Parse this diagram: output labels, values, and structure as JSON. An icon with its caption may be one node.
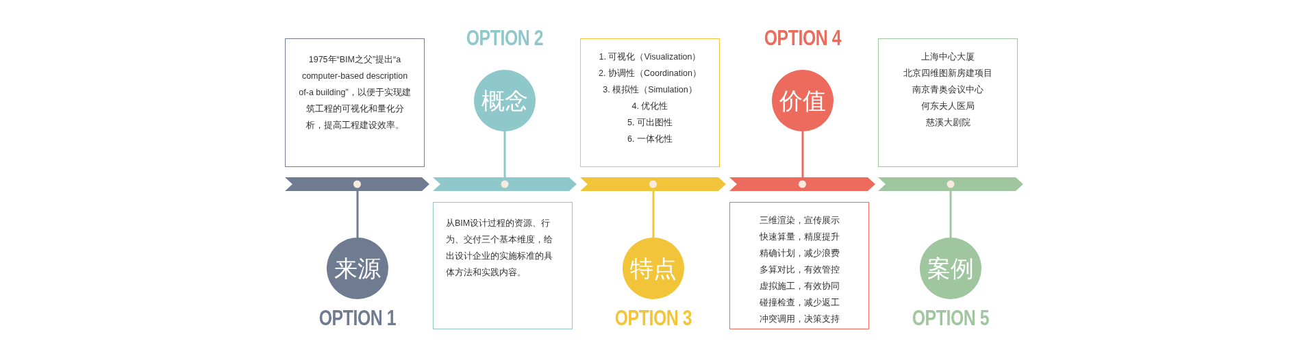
{
  "diagram": {
    "nodes": [
      {
        "text": [
          "1975年“BIM之父”提出“a computer-based description of-a building”，以便于实现建筑工程的可视化和量化分析，提高工程建设效率。"
        ]
      },
      {
        "text": [],
        "shape": "bar"
      },
      {
        "text": [
          "来源"
        ],
        "beside": [
          "OPTION 1"
        ]
      },
      {
        "text": [
          "从BIM设计过程的资源、行为、交付三个基本维度，给出设计企业的实施标准的具体方法和实践内容。"
        ]
      },
      {
        "text": [],
        "shape": "bar"
      },
      {
        "text": [
          "概念"
        ],
        "beside": [
          "OPTION 2"
        ]
      },
      {
        "text": [
          "1. 可视化（Visualization）",
          "2. 协调性（Coordination）",
          "3. 模拟性（Simulation）",
          "4. 优化性",
          "5. 可出图性",
          "6. 一体化性"
        ]
      },
      {
        "text": [],
        "shape": "bar"
      },
      {
        "text": [
          "特点"
        ],
        "beside": [
          "OPTION 3"
        ]
      },
      {
        "text": [
          "三维渲染，宣传展示",
          "快速算量，精度提升",
          "精确计划，减少浪费",
          "多算对比，有效管控",
          "虚拟施工，有效协同",
          "碰撞检查，减少返工",
          "冲突调用，决策支持"
        ]
      },
      {
        "text": [],
        "shape": "bar"
      },
      {
        "text": [
          "价值"
        ],
        "beside": [
          "OPTION 4"
        ]
      },
      {
        "text": [
          "上海中心大厦",
          "北京四维图新房建项目",
          "南京青奥会议中心",
          "何东夫人医局",
          "慈溪大剧院"
        ]
      },
      {
        "text": [],
        "shape": "bar"
      },
      {
        "text": [
          "案例"
        ],
        "beside": [
          "OPTION 5"
        ]
      }
    ],
    "edges": [
      {
        "from": 2,
        "to": 1,
        "arrow": "none",
        "color": "#6f7b91"
      },
      {
        "from": 5,
        "to": 4,
        "arrow": "none",
        "color": "#8ec8cb"
      },
      {
        "from": 8,
        "to": 7,
        "arrow": "none",
        "color": "#f2c43a"
      },
      {
        "from": 11,
        "to": 10,
        "arrow": "none",
        "color": "#ec6b5c"
      },
      {
        "from": 14,
        "to": 13,
        "arrow": "none",
        "color": "#a0c6a0"
      }
    ]
  }
}
